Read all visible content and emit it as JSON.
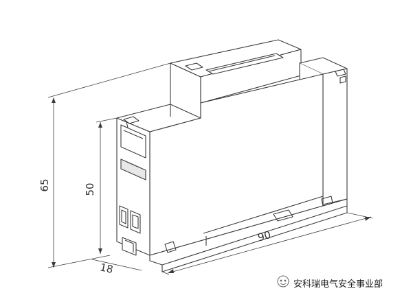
{
  "dimensions": {
    "height_total": "65",
    "height_body": "50",
    "depth": "18",
    "width": "90"
  },
  "watermark": {
    "text": "安科瑞电气安全事业部"
  },
  "colors": {
    "line": "#3a3a3a",
    "shade": "#d9d9d9",
    "background": "#ffffff"
  }
}
